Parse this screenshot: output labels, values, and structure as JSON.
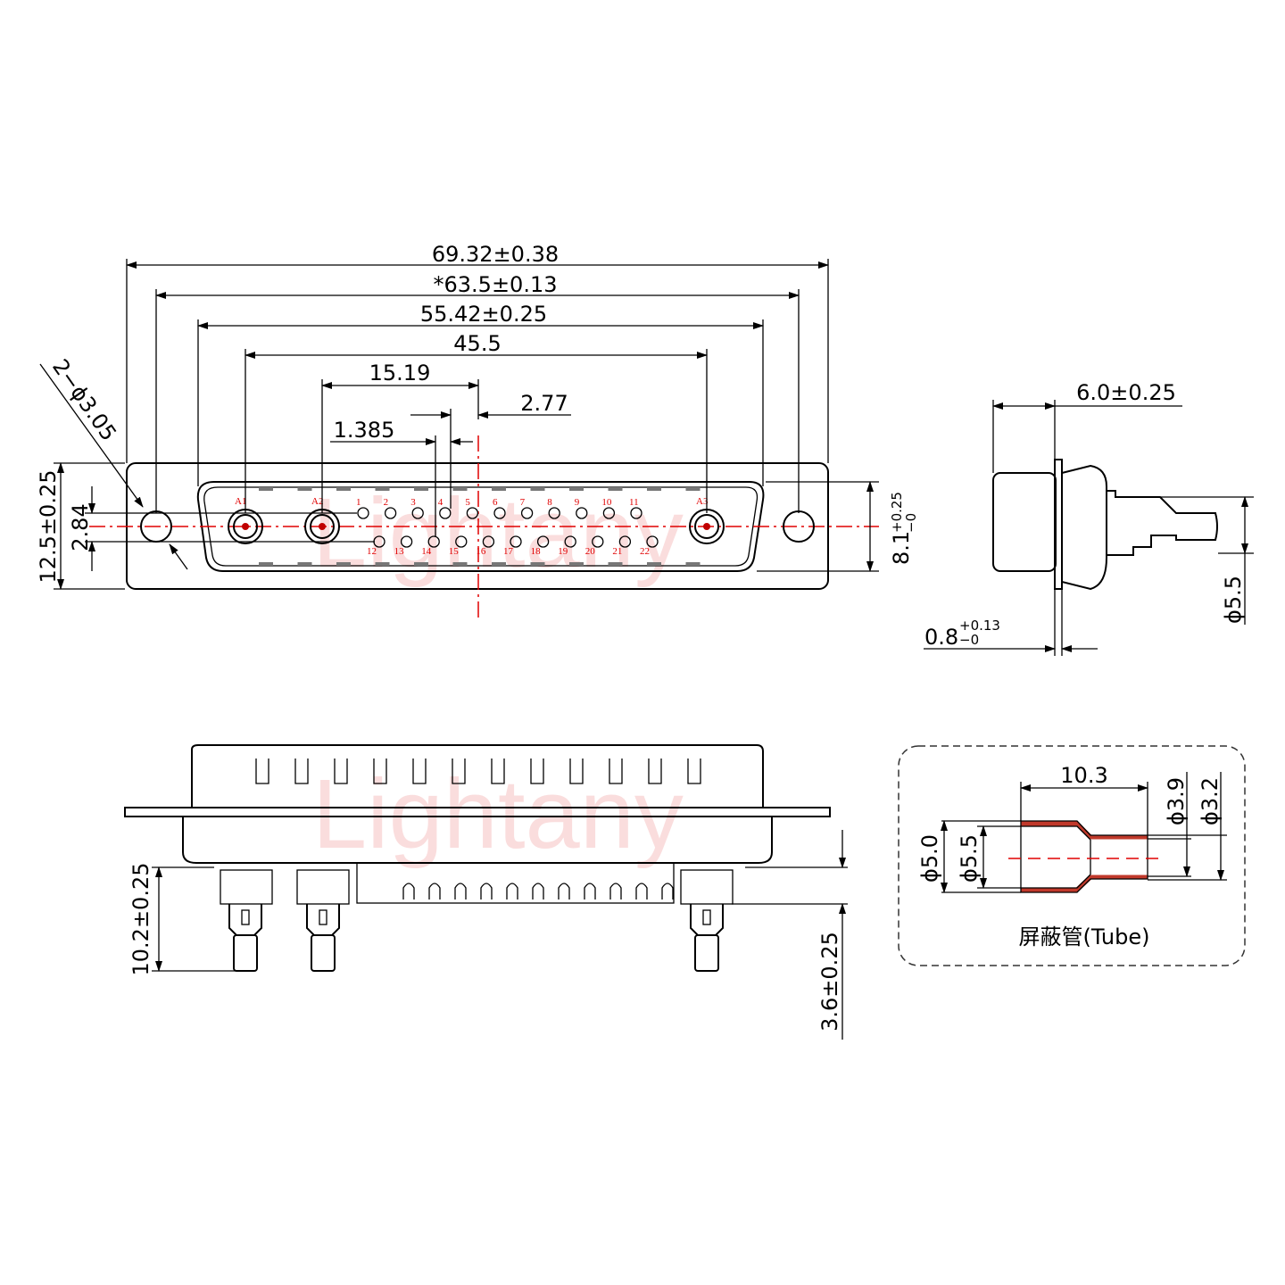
{
  "watermark": "Lightany",
  "colors": {
    "centerline": "#e00000",
    "outline": "#000000",
    "tube_shield": "#c0392b"
  },
  "front_view": {
    "dimensions": {
      "overall_width": "69.32±0.38",
      "mount_hole_spacing": "*63.5±0.13",
      "shell_width": "55.42±0.25",
      "coax_spacing": "45.5",
      "a2_to_center": "15.19",
      "pin_pitch": "2.77",
      "half_pitch": "1.385",
      "mount_holes": "2−ϕ3.05",
      "flange_height": "12.5±0.25",
      "row_spacing": "2.84",
      "shell_height": "8.1",
      "shell_height_tol_upper": "+0.25",
      "shell_height_tol_lower": "−0"
    },
    "coax_labels": [
      "A1",
      "A2",
      "A3"
    ],
    "pins_row1": [
      "1",
      "2",
      "3",
      "4",
      "5",
      "6",
      "7",
      "8",
      "9",
      "10",
      "11"
    ],
    "pins_row2": [
      "12",
      "13",
      "14",
      "15",
      "16",
      "17",
      "18",
      "19",
      "20",
      "21",
      "22"
    ]
  },
  "side_view": {
    "depth": "6.0±0.25",
    "flange_thickness": "0.8",
    "flange_tol_upper": "+0.13",
    "flange_tol_lower": "−0",
    "contact_diameter": "ϕ5.5"
  },
  "bottom_view": {
    "tail_length": "10.2±0.25",
    "pin_length": "3.6±0.25"
  },
  "tube_detail": {
    "length": "10.3",
    "outer_small": "ϕ3.9",
    "inner_small": "ϕ3.2",
    "inner_large": "ϕ5.0",
    "outer_large": "ϕ5.5",
    "caption": "屏蔽管(Tube)"
  }
}
